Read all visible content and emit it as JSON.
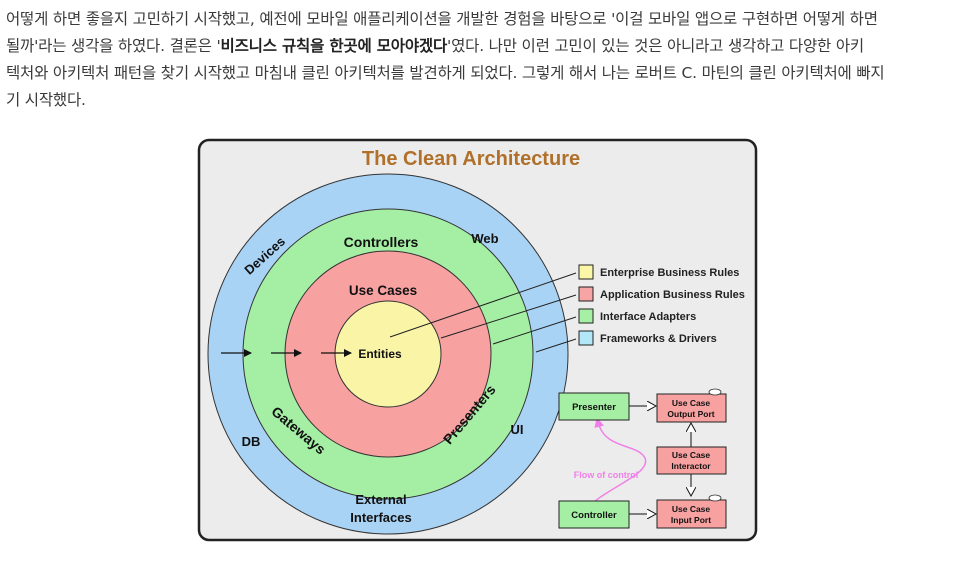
{
  "article": {
    "line1": "어떻게 하면 좋을지 고민하기 시작했고, 예전에 모바일 애플리케이션을 개발한 경험을 바탕으로 '이걸 모바일 앱으로 구현하면 어떻게 하면",
    "line2_pre": "될까'라는 생각을 하였다. 결론은 '",
    "line2_bold": "비즈니스 규칙을 한곳에 모아야겠다",
    "line2_post": "'였다. 나만 이런 고민이 있는 것은 아니라고 생각하고 다양한 아키",
    "line3": "텍처와 아키텍처 패턴을 찾기 시작했고 마침내 클린 아키텍처를 발견하게 되었다. 그렇게 해서 나는 로버트 C. 마틴의 클린 아키텍처에 빠지",
    "line4": "기 시작했다."
  },
  "diagram": {
    "title": "The Clean Architecture",
    "circles": {
      "entities": "Entities",
      "use_cases": "Use Cases",
      "controllers": "Controllers",
      "gateways": "Gateways",
      "presenters": "Presenters",
      "devices": "Devices",
      "web": "Web",
      "db": "DB",
      "ui": "UI",
      "external_line1": "External",
      "external_line2": "Interfaces"
    },
    "legend": [
      {
        "label": "Enterprise Business Rules",
        "color": "#fbf6a8"
      },
      {
        "label": "Application Business Rules",
        "color": "#f7a4a4"
      },
      {
        "label": "Interface Adapters",
        "color": "#a6f0a6"
      },
      {
        "label": "Frameworks & Drivers",
        "color": "#b3e6f7"
      }
    ],
    "flow": {
      "presenter": "Presenter",
      "output_port_1": "Use Case",
      "output_port_2": "Output Port",
      "interactor_1": "Use Case",
      "interactor_2": "Interactor",
      "controller": "Controller",
      "input_port_1": "Use Case",
      "input_port_2": "Input Port",
      "flow_of_control": "Flow of control"
    },
    "colors": {
      "panel_bg": "#ececec",
      "title": "#b0702a",
      "outer_ring": "#a9d3f5",
      "adapters_ring": "#a4efa4",
      "use_cases_ring": "#f7a1a1",
      "entities_core": "#faf4a6",
      "flow_line": "#f080e8"
    }
  }
}
